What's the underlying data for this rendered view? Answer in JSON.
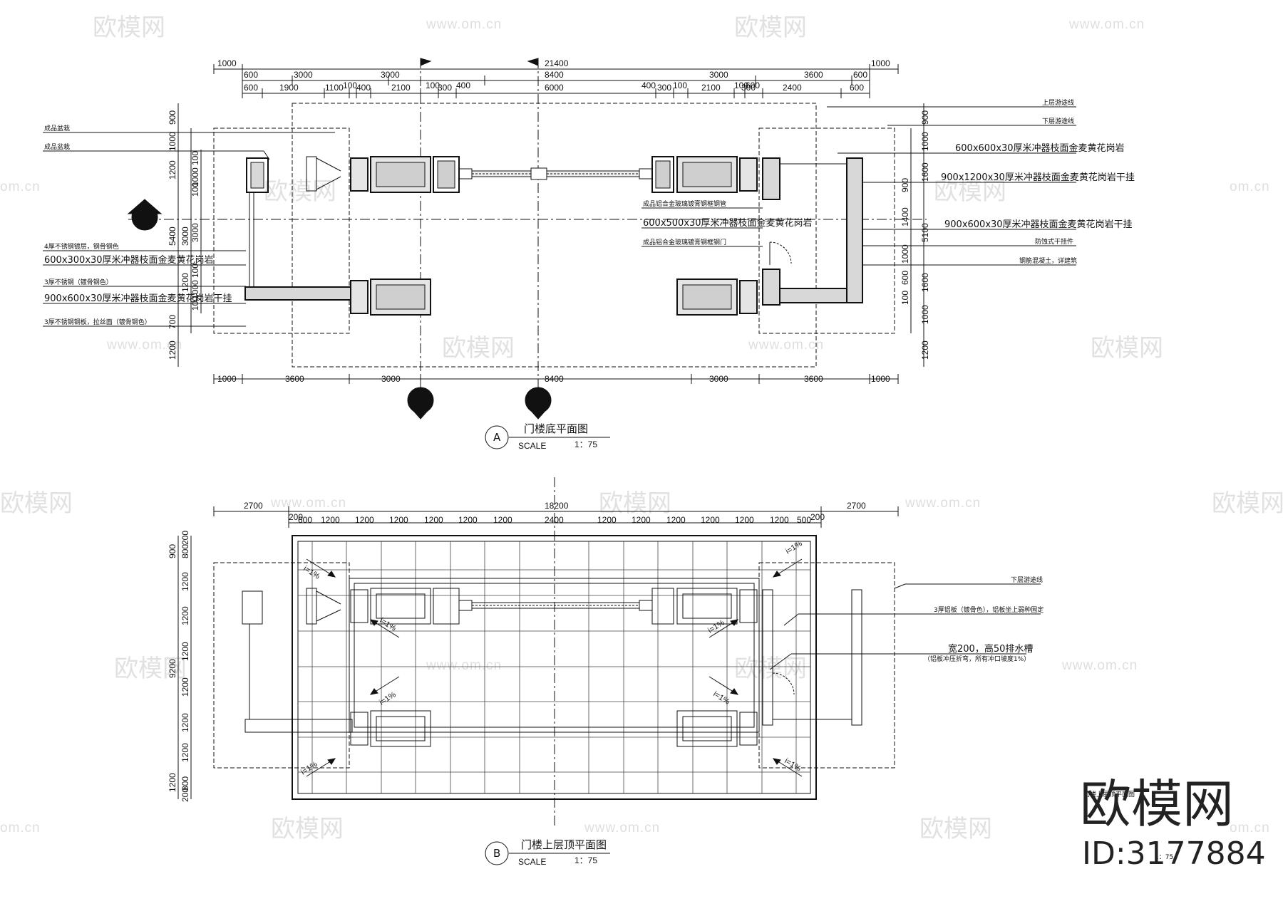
{
  "watermark": {
    "brand": "欧模网",
    "url": "www.om.cn",
    "url_short": "om.cn",
    "logo_text": "欧模网",
    "id_text": "ID:3177884"
  },
  "plan_a": {
    "title": "门楼底平面图",
    "marker": "A",
    "scale_label": "SCALE",
    "scale_value": "1：75",
    "top_dims_row1": [
      "1000",
      "21400",
      "1000"
    ],
    "top_dims_row2": [
      "600",
      "3000",
      "3000",
      "8400",
      "3000",
      "3600",
      "600"
    ],
    "top_dims_row3": [
      "600",
      "1900",
      "1100",
      "100",
      "400",
      "2100",
      "100",
      "300",
      "400",
      "6000",
      "400",
      "300",
      "100",
      "2100",
      "100",
      "600",
      "300",
      "2400",
      "600"
    ],
    "bottom_dims": [
      "1000",
      "3600",
      "3000",
      "8400",
      "3000",
      "3600",
      "1000"
    ],
    "left_dims_outer": [
      "900",
      "1000",
      "1200",
      "5400",
      "3000",
      "1200",
      "700",
      "1200"
    ],
    "left_dims_inner": [
      "100",
      "1000",
      "100",
      "3000",
      "100",
      "1000",
      "100"
    ],
    "right_dims_outer": [
      "900",
      "1000",
      "1600",
      "5100",
      "1600",
      "1000",
      "1200"
    ],
    "right_dims_inner": [
      "900",
      "1400",
      "1000",
      "600",
      "100"
    ],
    "left_notes": [
      "成品盆栽",
      "成品盆栽",
      "4厚不锈钢镀层，钢骨钢色",
      "600x300x30厚米冲器枝面金麦黄花岗岩",
      "3厚不锈钢（镀骨钢色）",
      "900x600x30厚米冲器枝面金麦黄花岗岩干挂",
      "3厚不锈钢钢板，拉丝面（镀骨钢色）"
    ],
    "mid_notes": [
      "成品铝合金玻璃镀膏钢框钢管",
      "600x500x30厚米冲器枝面金麦黄花岗岩",
      "成品铝合金玻璃镀膏钢框钢门"
    ],
    "right_notes": [
      "上层游途线",
      "下层游途线",
      "600x600x30厚米冲器枝面金麦黄花岗岩",
      "900x1200x30厚米冲器枝面金麦黄花岗岩干挂",
      "900x600x30厚米冲器枝面金麦黄花岗岩干挂",
      "防蚀式干挂件",
      "钢筋混凝土，详建筑"
    ]
  },
  "plan_b": {
    "title": "门楼上层顶平面图",
    "marker": "B",
    "scale_label": "SCALE",
    "scale_value": "1：75",
    "top_dims_row1": [
      "2700",
      "18200",
      "2700"
    ],
    "top_dims_row2": [
      "200",
      "600",
      "1200",
      "1200",
      "1200",
      "1200",
      "1200",
      "1200",
      "2400",
      "1200",
      "1200",
      "1200",
      "1200",
      "1200",
      "1200",
      "500",
      "200"
    ],
    "left_dims_outer": [
      "9200"
    ],
    "left_dims_inner": [
      "200",
      "800",
      "900",
      "1200",
      "1200",
      "1200",
      "1200",
      "1200",
      "1200",
      "1200",
      "800",
      "200"
    ],
    "slope_label": "i=1%",
    "right_notes": [
      "下层游途线",
      "3厚铝板（镀骨色），铝板坐上弱种固定",
      "宽200，高50排水槽",
      "（铝板冲压折弯，所有冲口坡度1%）"
    ],
    "corner_caption": "门楼上层顶平面图",
    "corner_scale": "1：75"
  }
}
